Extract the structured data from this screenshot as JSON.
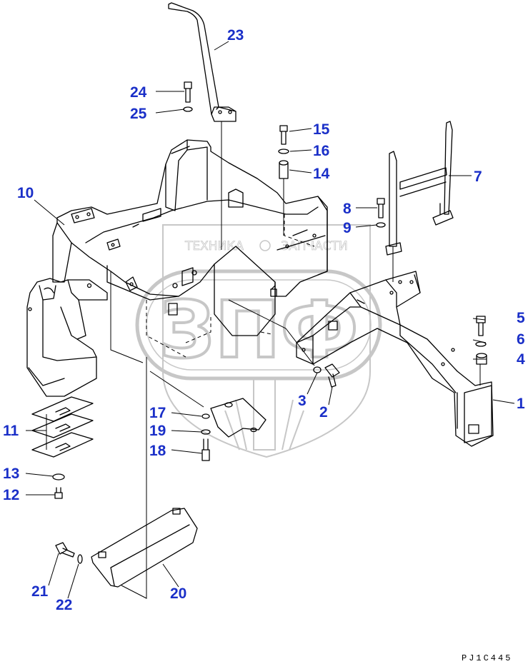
{
  "watermark": {
    "left_text": "ТЕХНИКА",
    "right_text": "ЗАПЧАСТИ",
    "logo_text": "ЗПФ"
  },
  "drawing_code": "PJ1C445",
  "callouts": [
    {
      "id": "c1",
      "label": "1"
    },
    {
      "id": "c2",
      "label": "2"
    },
    {
      "id": "c3",
      "label": "3"
    },
    {
      "id": "c4",
      "label": "4"
    },
    {
      "id": "c5",
      "label": "5"
    },
    {
      "id": "c6",
      "label": "6"
    },
    {
      "id": "c7",
      "label": "7"
    },
    {
      "id": "c8",
      "label": "8"
    },
    {
      "id": "c9",
      "label": "9"
    },
    {
      "id": "c10",
      "label": "10"
    },
    {
      "id": "c11",
      "label": "11"
    },
    {
      "id": "c12",
      "label": "12"
    },
    {
      "id": "c13",
      "label": "13"
    },
    {
      "id": "c14",
      "label": "14"
    },
    {
      "id": "c15",
      "label": "15"
    },
    {
      "id": "c16",
      "label": "16"
    },
    {
      "id": "c17",
      "label": "17"
    },
    {
      "id": "c18",
      "label": "18"
    },
    {
      "id": "c19",
      "label": "19"
    },
    {
      "id": "c20",
      "label": "20"
    },
    {
      "id": "c21",
      "label": "21"
    },
    {
      "id": "c22",
      "label": "22"
    },
    {
      "id": "c23",
      "label": "23"
    },
    {
      "id": "c24",
      "label": "24"
    },
    {
      "id": "c25",
      "label": "25"
    }
  ]
}
